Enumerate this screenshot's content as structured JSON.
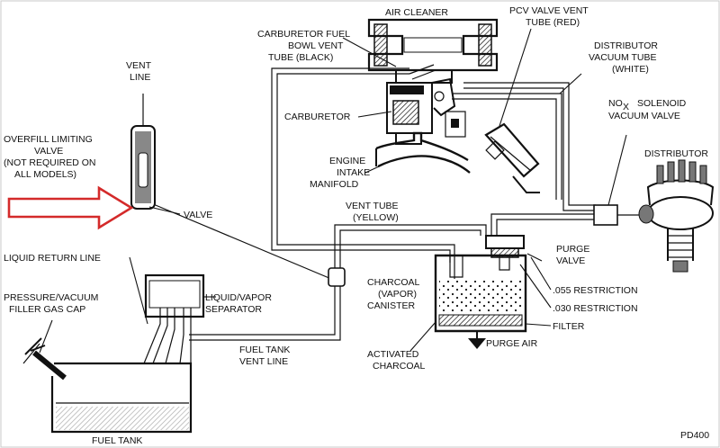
{
  "labels": {
    "air_cleaner": "AIR CLEANER",
    "pcv_valve_vent_tube": [
      "PCV VALVE VENT",
      "TUBE (RED)"
    ],
    "carb_fuel_bowl_vent": [
      "CARBURETOR FUEL",
      "BOWL VENT",
      "TUBE (BLACK)"
    ],
    "distributor_vacuum_tube": [
      "DISTRIBUTOR",
      "VACUUM TUBE",
      "(WHITE)"
    ],
    "nox_solenoid": [
      "NO",
      "SOLENOID",
      "VACUUM VALVE"
    ],
    "nox_subscript": "X",
    "vent_line": [
      "VENT",
      "LINE"
    ],
    "carburetor": "CARBURETOR",
    "distributor": "DISTRIBUTOR",
    "overfill_valve": [
      "OVERFILL LIMITING",
      "VALVE",
      "(NOT REQUIRED ON",
      "ALL MODELS)"
    ],
    "engine_intake_manifold": [
      "ENGINE",
      "INTAKE",
      "MANIFOLD"
    ],
    "valve": "VALVE",
    "vent_tube_yellow": [
      "VENT TUBE",
      "(YELLOW)"
    ],
    "purge_valve": [
      "PURGE",
      "VALVE"
    ],
    "liquid_return_line": "LIQUID RETURN LINE",
    "charcoal_canister": [
      "CHARCOAL",
      "(VAPOR)",
      "CANISTER"
    ],
    "restriction_055": ".055 RESTRICTION",
    "restriction_030": ".030 RESTRICTION",
    "liquid_vapor_separator": [
      "LIQUID/VAPOR",
      "SEPARATOR"
    ],
    "pressure_vacuum_cap": [
      "PRESSURE/VACUUM",
      "FILLER GAS CAP"
    ],
    "filter": "FILTER",
    "fuel_tank_vent_line": [
      "FUEL TANK",
      "VENT LINE"
    ],
    "purge_air": "PURGE AIR",
    "activated_charcoal": [
      "ACTIVATED",
      "CHARCOAL"
    ],
    "fuel_tank": "FUEL TANK",
    "figure_code": "PD400"
  },
  "colors": {
    "highlight_arrow": "#d42a2a",
    "ink": "#111111"
  }
}
